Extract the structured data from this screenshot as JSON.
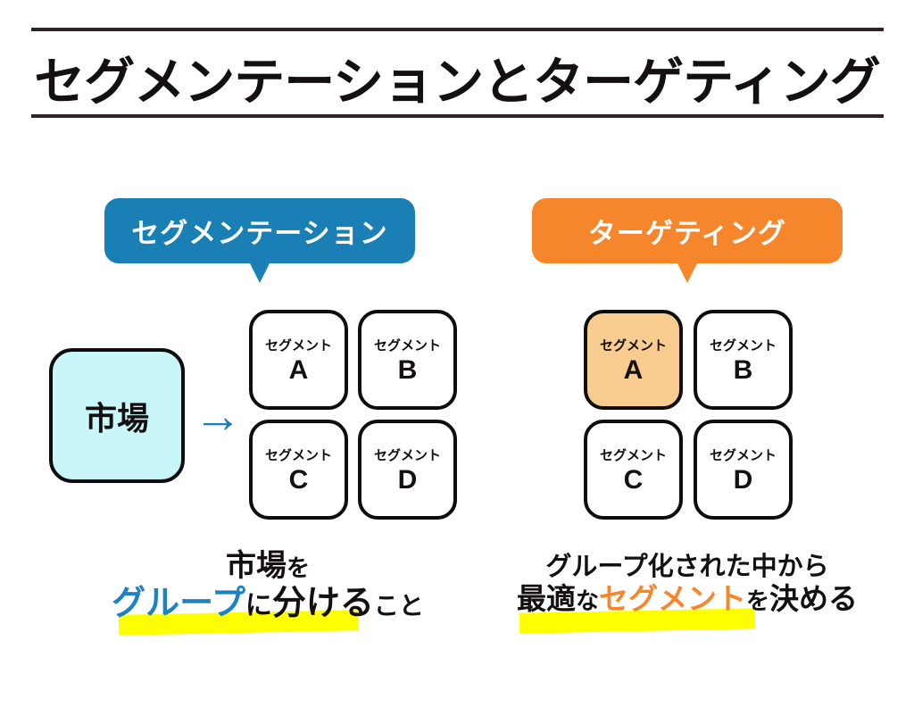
{
  "page": {
    "title": "セグメンテーションとターゲティング"
  },
  "colors": {
    "blue": "#1a7fb5",
    "orange": "#f6862c",
    "light_orange": "#f8cb8e",
    "cyan": "#c9f6f9",
    "yellow": "#fdff00",
    "text_blue": "#1d82c4",
    "text_orange": "#f6862c"
  },
  "segmentation": {
    "bubble_label": "セグメンテーション",
    "market_label": "市場",
    "arrow_glyph": "→",
    "cells": [
      {
        "label": "セグメント",
        "letter": "A"
      },
      {
        "label": "セグメント",
        "letter": "B"
      },
      {
        "label": "セグメント",
        "letter": "C"
      },
      {
        "label": "セグメント",
        "letter": "D"
      }
    ],
    "caption": {
      "line1_word": "市場",
      "line1_particle": "を",
      "line2_emphasis": "グループ",
      "line2_particle": "に",
      "line2_word": "分ける",
      "line2_suffix": "こと"
    }
  },
  "targeting": {
    "bubble_label": "ターゲティング",
    "cells": [
      {
        "label": "セグメント",
        "letter": "A",
        "highlighted": true
      },
      {
        "label": "セグメント",
        "letter": "B"
      },
      {
        "label": "セグメント",
        "letter": "C"
      },
      {
        "label": "セグメント",
        "letter": "D"
      }
    ],
    "caption": {
      "line1": "グループ化された中から",
      "line2_word1": "最適",
      "line2_particle1": "な",
      "line2_emphasis": "セグメント",
      "line2_particle2": "を",
      "line2_word2": "決める"
    }
  }
}
